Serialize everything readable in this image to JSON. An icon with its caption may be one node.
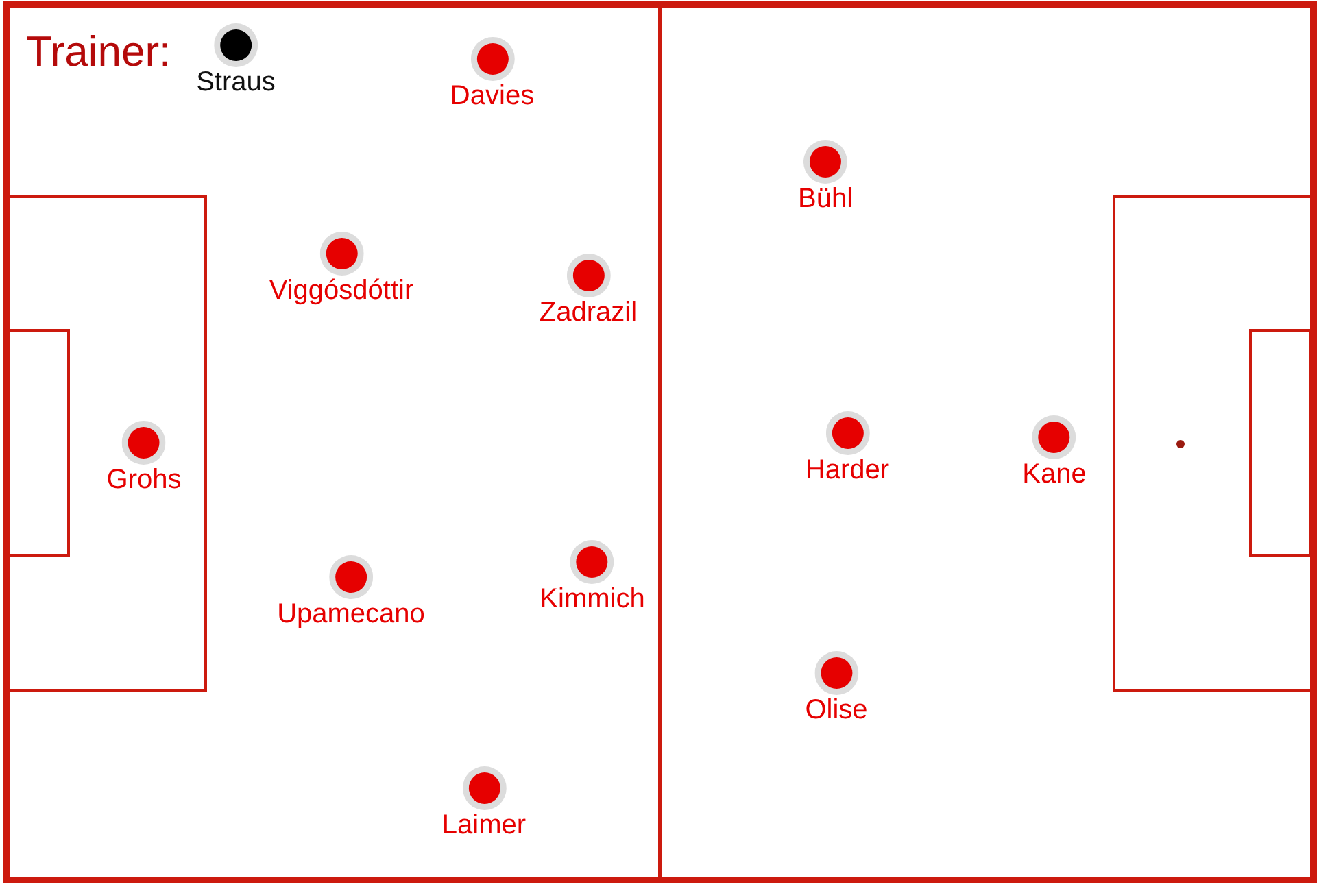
{
  "diagram": {
    "nodes": [
      {
        "text": [
          "Straus"
        ]
      },
      {
        "text": [
          "Davies"
        ]
      },
      {
        "text": [
          "Bühl"
        ]
      },
      {
        "text": [
          "Viggósdóttir"
        ]
      },
      {
        "text": [
          "Zadrazil"
        ]
      },
      {
        "text": [
          "Grohs"
        ]
      },
      {
        "text": [
          "Harder"
        ]
      },
      {
        "text": [
          "Kane"
        ]
      },
      {
        "text": [
          "Kimmich"
        ]
      },
      {
        "text": [
          "Upamecano"
        ]
      },
      {
        "text": [
          "Olise"
        ]
      },
      {
        "text": [
          "Laimer"
        ]
      }
    ],
    "labels": [
      "Trainer:"
    ]
  }
}
